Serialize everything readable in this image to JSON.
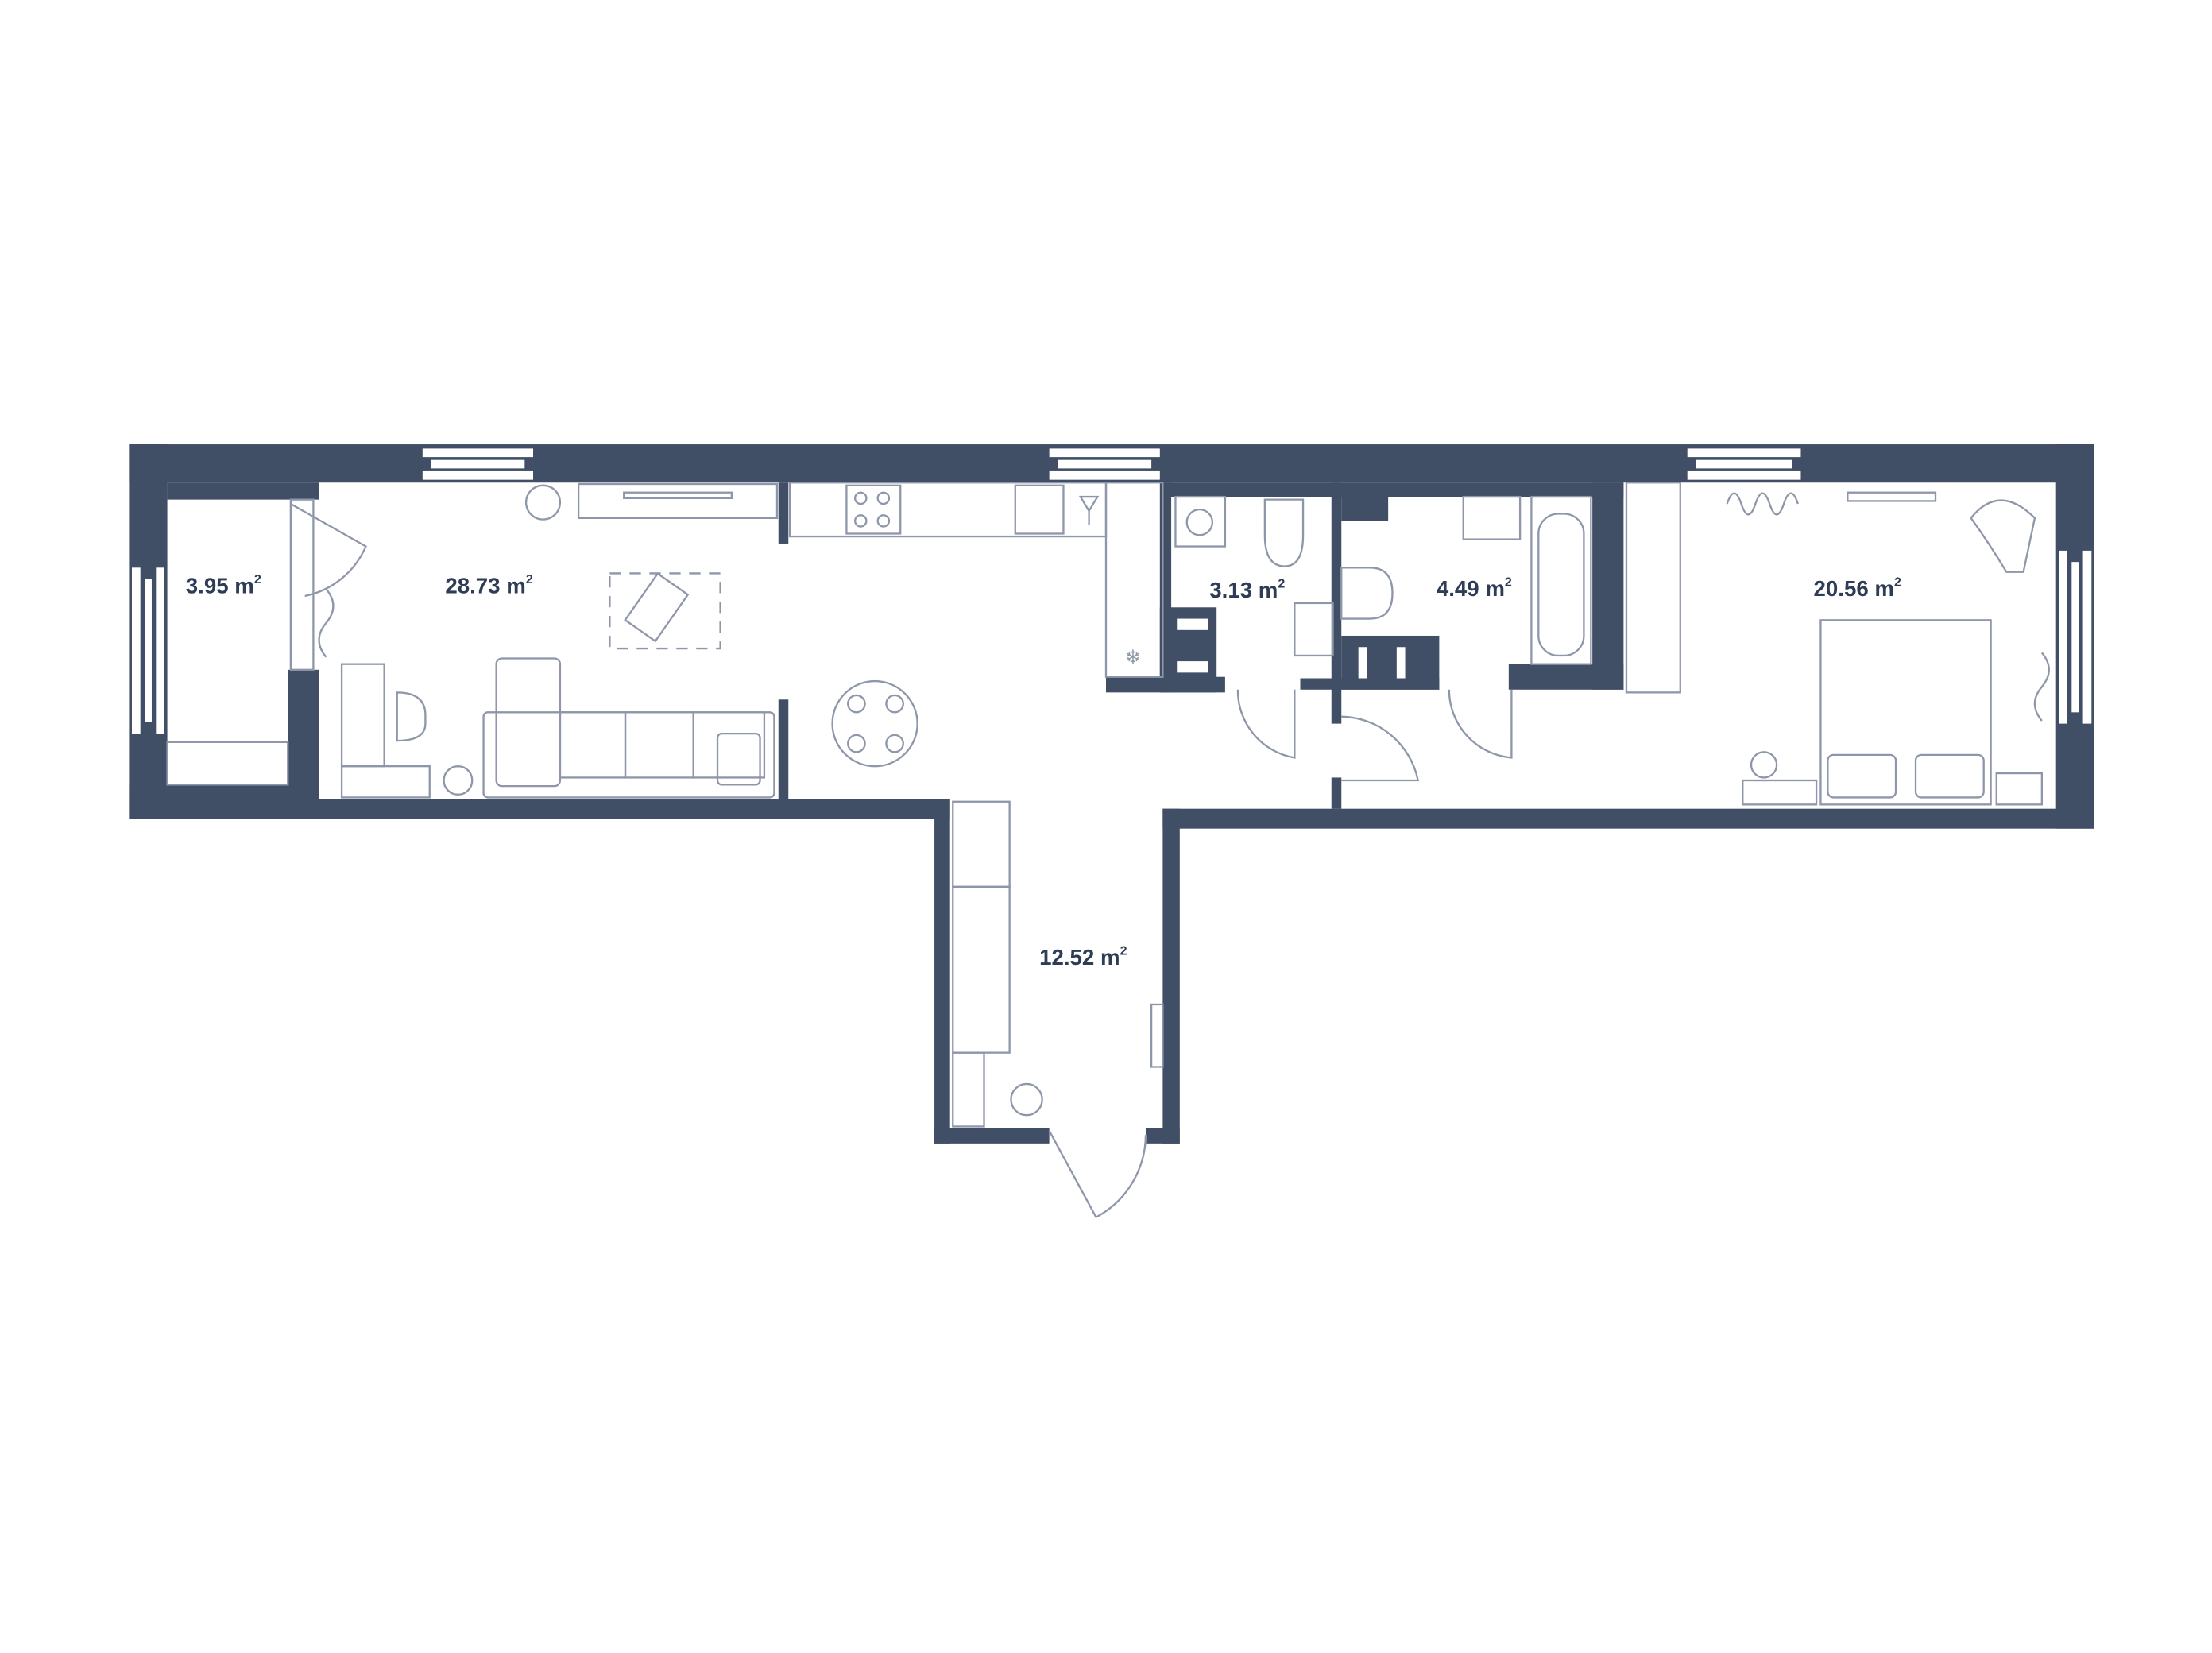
{
  "plan": {
    "wall_color": "#414f66",
    "furniture_color": "#8e97a9",
    "rooms": [
      {
        "id": "balcony",
        "area": "3.95",
        "unit": "m",
        "exp": "2"
      },
      {
        "id": "living-kitchen",
        "area": "28.73",
        "unit": "m",
        "exp": "2"
      },
      {
        "id": "wc",
        "area": "3.13",
        "unit": "m",
        "exp": "2"
      },
      {
        "id": "bathroom",
        "area": "4.49",
        "unit": "m",
        "exp": "2"
      },
      {
        "id": "bedroom",
        "area": "20.56",
        "unit": "m",
        "exp": "2"
      },
      {
        "id": "hallway",
        "area": "12.52",
        "unit": "m",
        "exp": "2"
      }
    ]
  }
}
